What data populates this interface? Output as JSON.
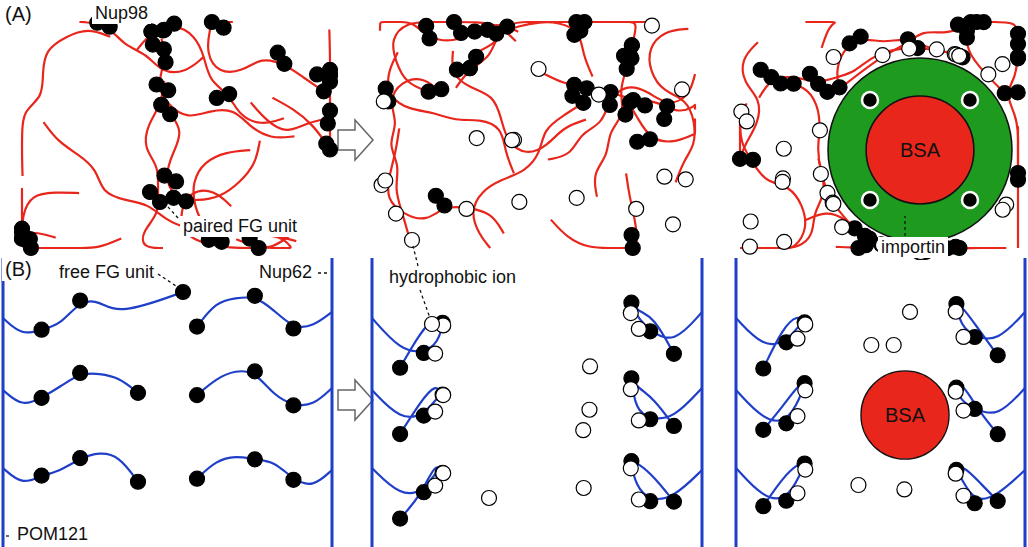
{
  "diagram": {
    "nodes": [
      {
        "text": [
          "BSA"
        ]
      },
      {
        "text": [
          "BSA"
        ]
      }
    ],
    "labels": [
      "(A)",
      "Nup98",
      "paired FG unit",
      "importin",
      "(B)",
      "free FG unit",
      "Nup62",
      "hydrophobic ion",
      "POM121"
    ]
  }
}
